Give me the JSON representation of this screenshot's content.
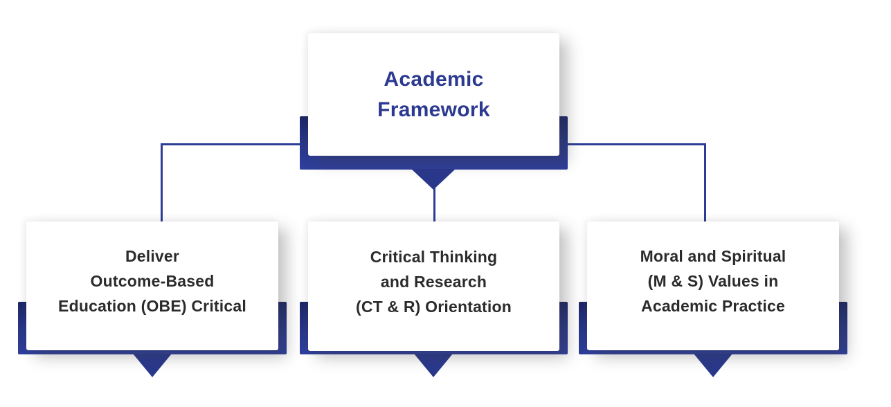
{
  "diagram": {
    "type": "org-chart",
    "title": "Academic Framework",
    "root": {
      "id": "academic-framework",
      "label": "Academic Framework",
      "lines": [
        "Academic",
        "Framework"
      ]
    },
    "children": [
      {
        "id": "obe",
        "label": "Deliver Outcome-Based Education (OBE) Critical",
        "lines": [
          "Deliver",
          "Outcome-Based",
          "Education (OBE) Critical"
        ]
      },
      {
        "id": "ct-r",
        "label": "Critical Thinking and Research (CT & R) Orientation",
        "lines": [
          "Critical Thinking",
          "and Research",
          "(CT & R) Orientation"
        ]
      },
      {
        "id": "m-s",
        "label": "Moral and Spiritual (M & S) Values in Academic Practice",
        "lines": [
          "Moral and Spiritual",
          "(M & S) Values in",
          "Academic Practice"
        ]
      }
    ],
    "colors": {
      "root_text": "#2b3990",
      "child_text": "#2b2b2b",
      "band_top": "#1d2766",
      "band_mid": "#2a388c",
      "band_bottom": "#2f3f9c",
      "connector": "#2e3c96",
      "card_bg": "#ffffff",
      "page_bg": "#ffffff"
    }
  }
}
